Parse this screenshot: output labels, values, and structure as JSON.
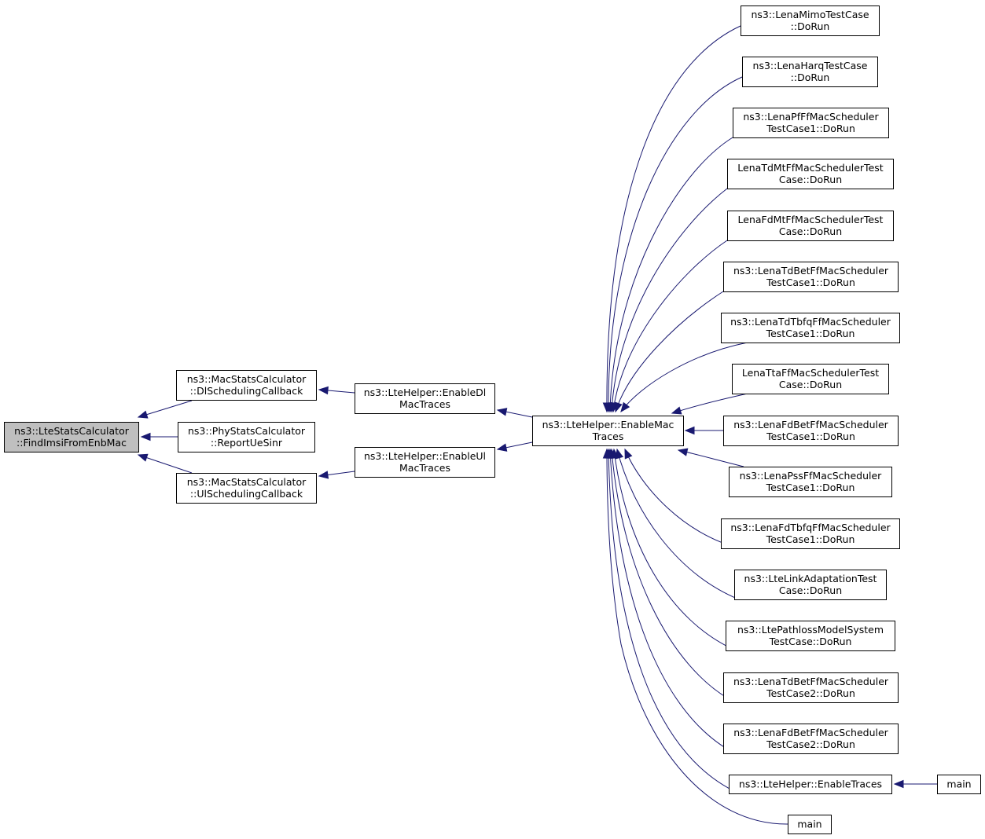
{
  "diagram": {
    "title": "",
    "colors": {
      "edge": "#191970",
      "root_fill": "#bfbfbf",
      "node_fill": "#ffffff",
      "node_stroke": "#000000"
    },
    "nodes": [
      {
        "id": "root",
        "lines": [
          "ns3::LteStatsCalculator",
          "::FindImsiFromEnbMac"
        ],
        "highlighted": true
      },
      {
        "id": "dlsched",
        "lines": [
          "ns3::MacStatsCalculator",
          "::DlSchedulingCallback"
        ]
      },
      {
        "id": "physinr",
        "lines": [
          "ns3::PhyStatsCalculator",
          "::ReportUeSinr"
        ]
      },
      {
        "id": "ulsched",
        "lines": [
          "ns3::MacStatsCalculator",
          "::UlSchedulingCallback"
        ]
      },
      {
        "id": "enabledl",
        "lines": [
          "ns3::LteHelper::EnableDl",
          "MacTraces"
        ]
      },
      {
        "id": "enableul",
        "lines": [
          "ns3::LteHelper::EnableUl",
          "MacTraces"
        ]
      },
      {
        "id": "enablemac",
        "lines": [
          "ns3::LteHelper::EnableMac",
          "Traces"
        ]
      },
      {
        "id": "mimo",
        "lines": [
          "ns3::LenaMimoTestCase",
          "::DoRun"
        ]
      },
      {
        "id": "harq",
        "lines": [
          "ns3::LenaHarqTestCase",
          "::DoRun"
        ]
      },
      {
        "id": "pf",
        "lines": [
          "ns3::LenaPfFfMacScheduler",
          "TestCase1::DoRun"
        ]
      },
      {
        "id": "tdmt",
        "lines": [
          "LenaTdMtFfMacSchedulerTest",
          "Case::DoRun"
        ]
      },
      {
        "id": "fdmt",
        "lines": [
          "LenaFdMtFfMacSchedulerTest",
          "Case::DoRun"
        ]
      },
      {
        "id": "tdbet1",
        "lines": [
          "ns3::LenaTdBetFfMacScheduler",
          "TestCase1::DoRun"
        ]
      },
      {
        "id": "tdtbfq",
        "lines": [
          "ns3::LenaTdTbfqFfMacScheduler",
          "TestCase1::DoRun"
        ]
      },
      {
        "id": "tta",
        "lines": [
          "LenaTtaFfMacSchedulerTest",
          "Case::DoRun"
        ]
      },
      {
        "id": "fdbet1",
        "lines": [
          "ns3::LenaFdBetFfMacScheduler",
          "TestCase1::DoRun"
        ]
      },
      {
        "id": "pss",
        "lines": [
          "ns3::LenaPssFfMacScheduler",
          "TestCase1::DoRun"
        ]
      },
      {
        "id": "fdtbfq",
        "lines": [
          "ns3::LenaFdTbfqFfMacScheduler",
          "TestCase1::DoRun"
        ]
      },
      {
        "id": "linkadapt",
        "lines": [
          "ns3::LteLinkAdaptationTest",
          "Case::DoRun"
        ]
      },
      {
        "id": "pathloss",
        "lines": [
          "ns3::LtePathlossModelSystem",
          "TestCase::DoRun"
        ]
      },
      {
        "id": "tdbet2",
        "lines": [
          "ns3::LenaTdBetFfMacScheduler",
          "TestCase2::DoRun"
        ]
      },
      {
        "id": "fdbet2",
        "lines": [
          "ns3::LenaFdBetFfMacScheduler",
          "TestCase2::DoRun"
        ]
      },
      {
        "id": "enabletraces",
        "lines": [
          "ns3::LteHelper::EnableTraces"
        ]
      },
      {
        "id": "main1",
        "lines": [
          "main"
        ]
      },
      {
        "id": "main2",
        "lines": [
          "main"
        ]
      }
    ],
    "edges": [
      {
        "from": "dlsched",
        "to": "root"
      },
      {
        "from": "physinr",
        "to": "root"
      },
      {
        "from": "ulsched",
        "to": "root"
      },
      {
        "from": "enabledl",
        "to": "dlsched"
      },
      {
        "from": "enableul",
        "to": "ulsched"
      },
      {
        "from": "enablemac",
        "to": "enabledl"
      },
      {
        "from": "enablemac",
        "to": "enableul"
      },
      {
        "from": "mimo",
        "to": "enablemac"
      },
      {
        "from": "harq",
        "to": "enablemac"
      },
      {
        "from": "pf",
        "to": "enablemac"
      },
      {
        "from": "tdmt",
        "to": "enablemac"
      },
      {
        "from": "fdmt",
        "to": "enablemac"
      },
      {
        "from": "tdbet1",
        "to": "enablemac"
      },
      {
        "from": "tdtbfq",
        "to": "enablemac"
      },
      {
        "from": "tta",
        "to": "enablemac"
      },
      {
        "from": "fdbet1",
        "to": "enablemac"
      },
      {
        "from": "pss",
        "to": "enablemac"
      },
      {
        "from": "fdtbfq",
        "to": "enablemac"
      },
      {
        "from": "linkadapt",
        "to": "enablemac"
      },
      {
        "from": "pathloss",
        "to": "enablemac"
      },
      {
        "from": "tdbet2",
        "to": "enablemac"
      },
      {
        "from": "fdbet2",
        "to": "enablemac"
      },
      {
        "from": "enabletraces",
        "to": "enablemac"
      },
      {
        "from": "main2",
        "to": "enablemac"
      },
      {
        "from": "main1",
        "to": "enabletraces"
      }
    ]
  }
}
